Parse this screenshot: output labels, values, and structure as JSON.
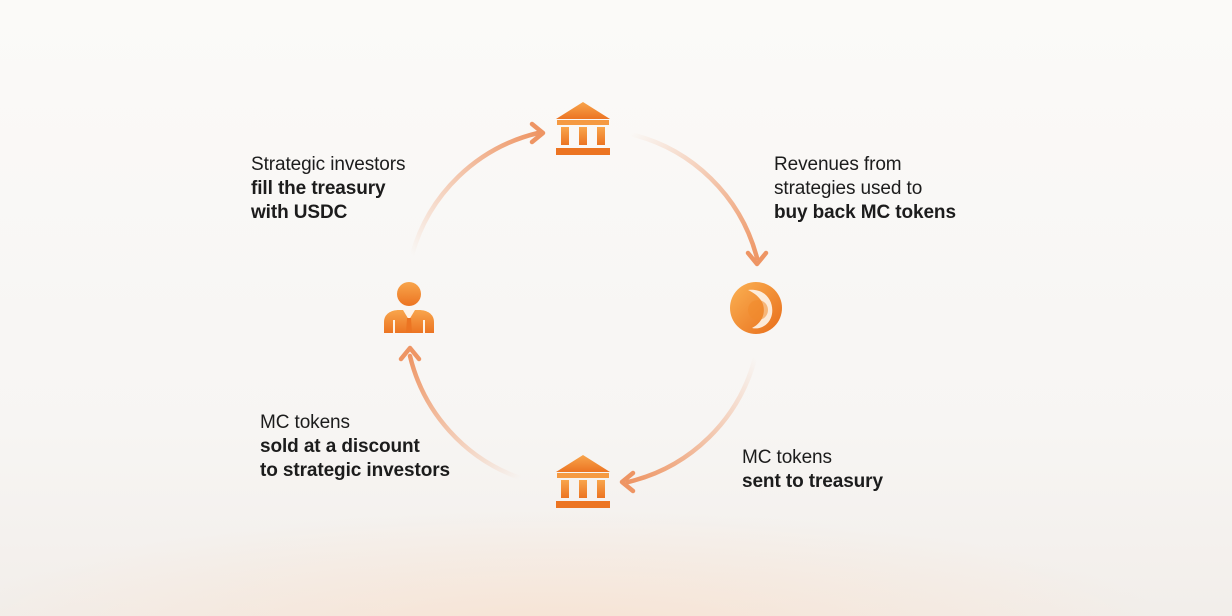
{
  "captions": {
    "top_left": {
      "line1": "Strategic investors",
      "line2": "fill the treasury",
      "line3": "with USDC"
    },
    "top_right": {
      "line1": "Revenues from",
      "line2": "strategies used to",
      "line3": "buy back MC tokens"
    },
    "bottom_left": {
      "line1": "MC tokens",
      "line2": "sold at a discount",
      "line3": "to strategic investors"
    },
    "bottom_right": {
      "line1": "MC tokens",
      "line2": "sent to treasury"
    }
  },
  "nodes": {
    "top": "bank-icon",
    "right": "mc-token-icon",
    "bottom": "bank-icon",
    "left": "investor-icon"
  },
  "colors": {
    "accent_light": "#f6a14a",
    "accent_dark": "#ea6f1c",
    "arrow": "#ee9564"
  }
}
